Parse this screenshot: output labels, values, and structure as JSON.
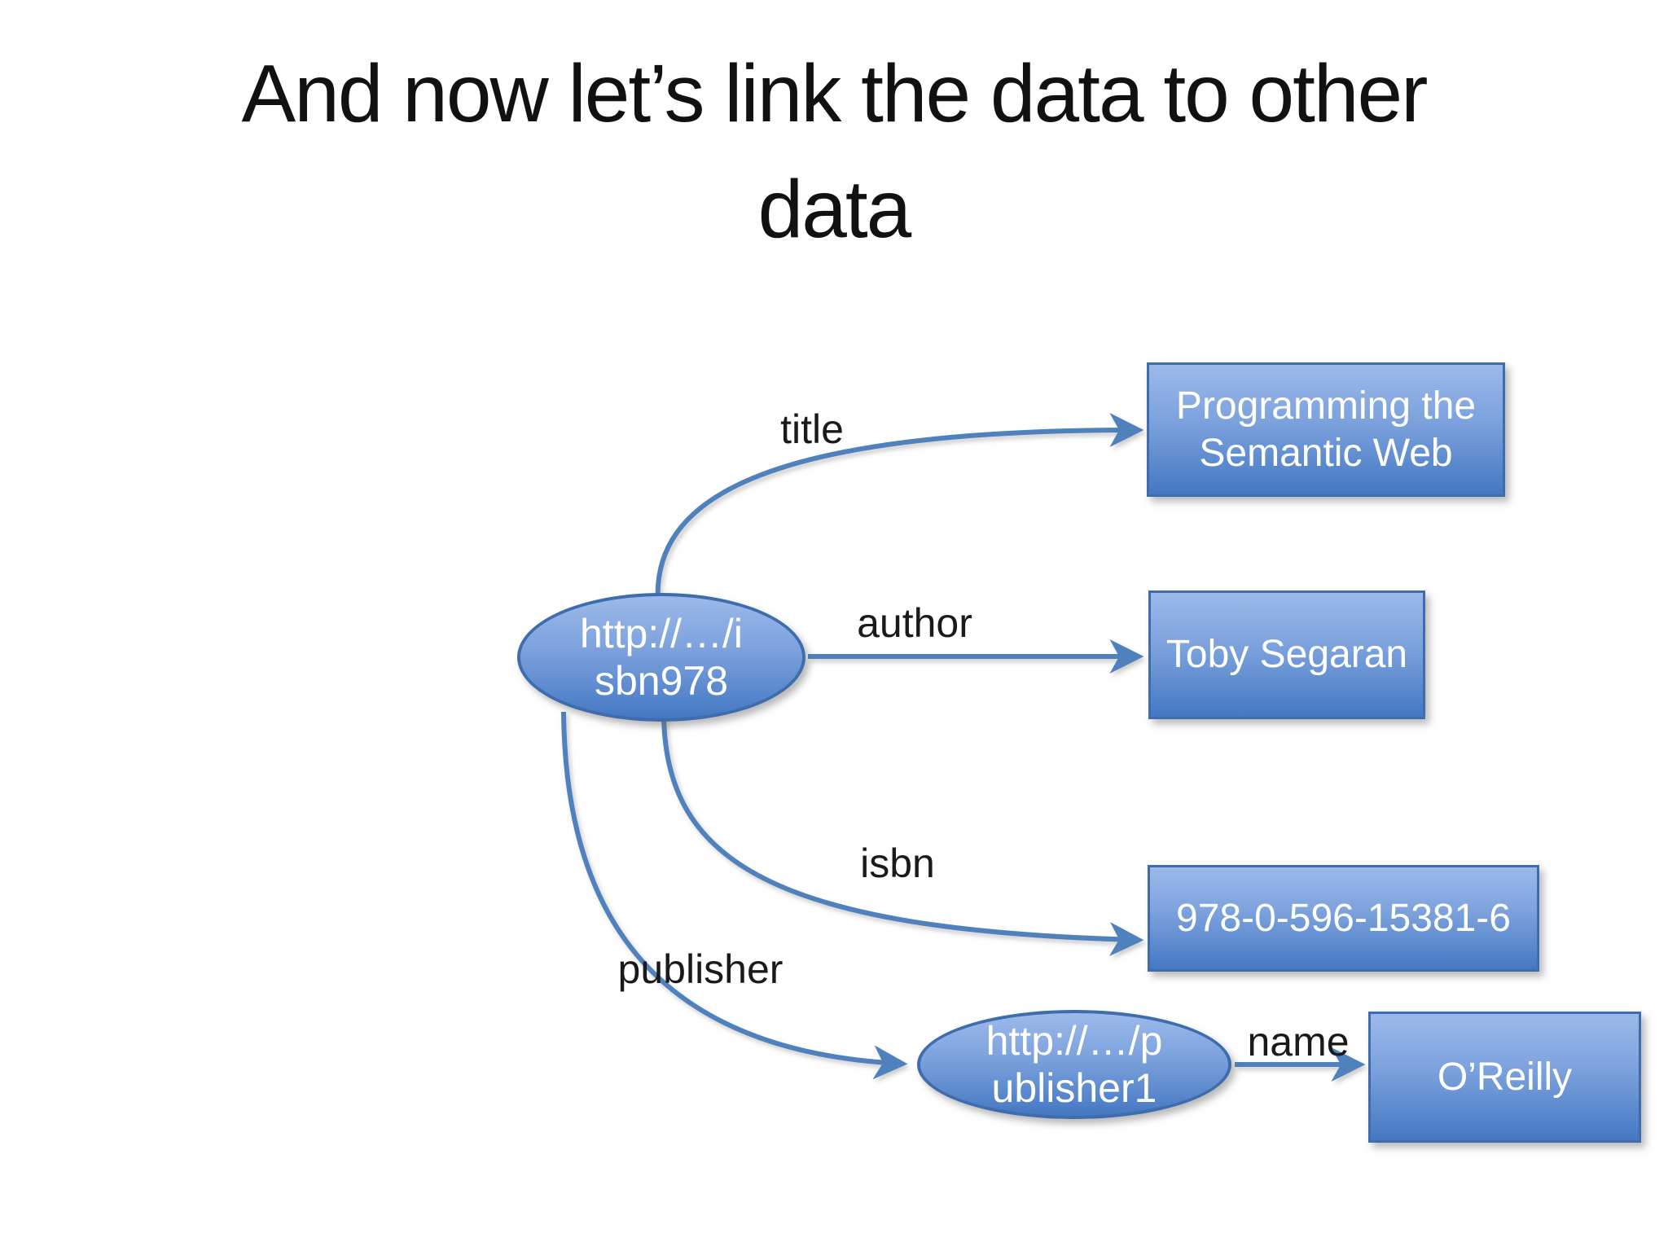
{
  "slide": {
    "title": "And now let’s link the data to other\ndata"
  },
  "graph": {
    "nodes": {
      "subject_uri": {
        "label": "http://…/i\nsbn978",
        "shape": "ellipse"
      },
      "book_title": {
        "label": "Programming the Semantic Web",
        "shape": "rect"
      },
      "book_author": {
        "label": "Toby Segaran",
        "shape": "rect"
      },
      "book_isbn": {
        "label": "978-0-596-15381-6",
        "shape": "rect"
      },
      "publisher_uri": {
        "label": "http://…/p\nublisher1",
        "shape": "ellipse"
      },
      "publisher_name": {
        "label": "O’Reilly",
        "shape": "rect"
      }
    },
    "edges": {
      "title": {
        "label": "title",
        "from": "subject_uri",
        "to": "book_title"
      },
      "author": {
        "label": "author",
        "from": "subject_uri",
        "to": "book_author"
      },
      "isbn": {
        "label": "isbn",
        "from": "subject_uri",
        "to": "book_isbn"
      },
      "publisher": {
        "label": "publisher",
        "from": "subject_uri",
        "to": "publisher_uri"
      },
      "name": {
        "label": "name",
        "from": "publisher_uri",
        "to": "publisher_name"
      }
    }
  },
  "colors": {
    "background": "#ffffff",
    "title_text": "#111111",
    "edge_label_text": "#1a1a1a",
    "node_text": "#ffffff",
    "node_fill_top": "#9cb9ea",
    "node_fill_mid": "#7ba1dc",
    "node_fill_bottom": "#4478c3",
    "node_border": "#3e6cad",
    "arrow": "#4f81bd"
  }
}
